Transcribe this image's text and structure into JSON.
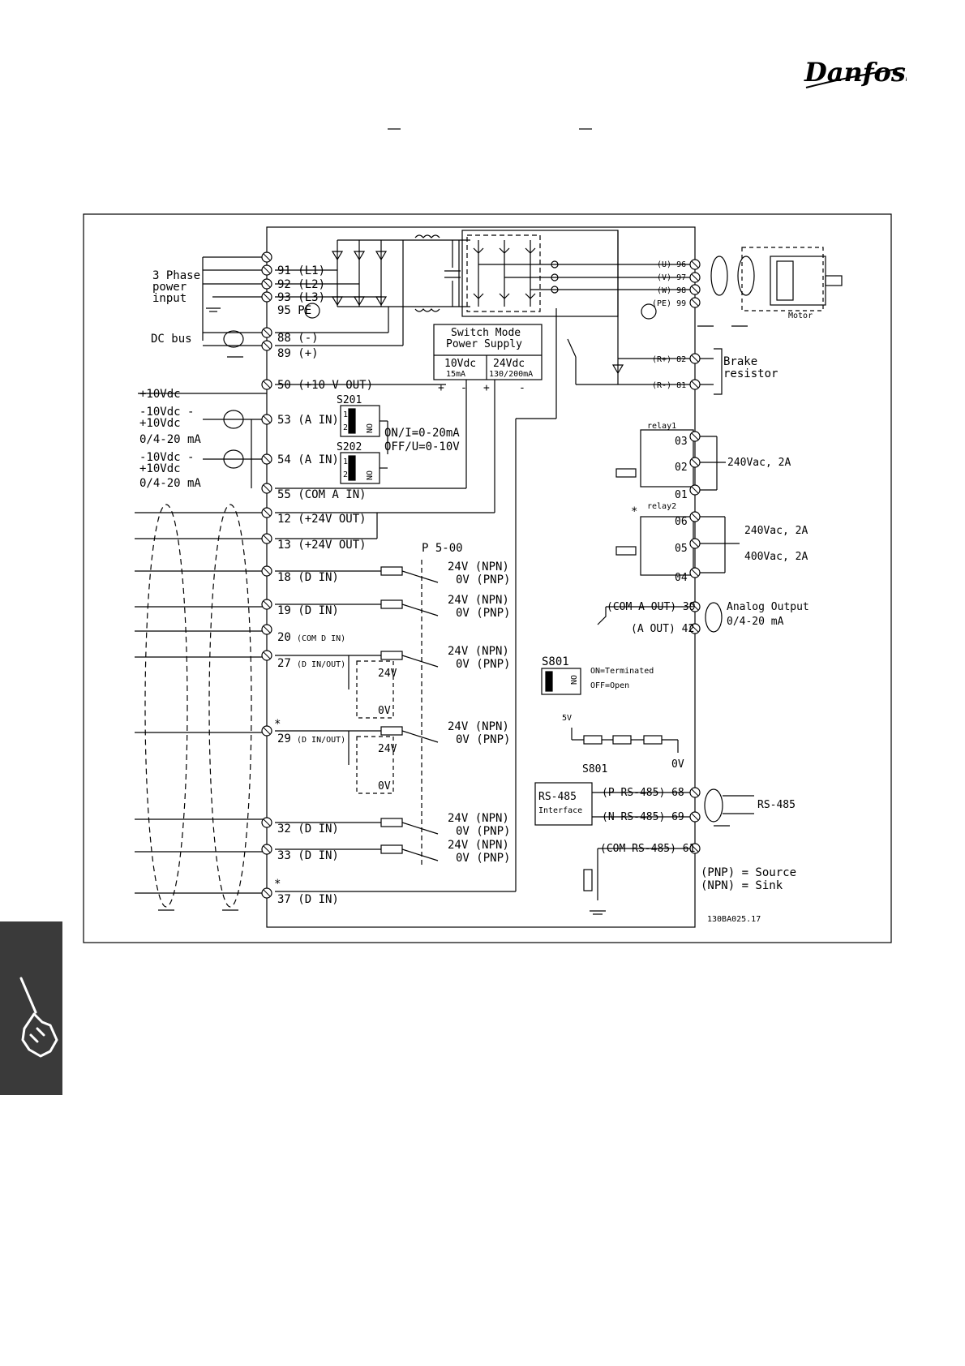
{
  "brand": {
    "logo_text": "Danfoss"
  },
  "diagram": {
    "left_labels": {
      "three_phase": [
        "3 Phase",
        "power",
        "input"
      ],
      "dc_bus": "DC bus",
      "ref_top": "+10Vdc",
      "ain1": [
        "-10Vdc -",
        "+10Vdc",
        "0/4-20 mA"
      ],
      "ain2": [
        "-10Vdc -",
        "+10Vdc",
        "0/4-20 mA"
      ]
    },
    "terminals_left": [
      "91 (L1)",
      "92 (L2)",
      "93 (L3)",
      "95 PE",
      "88 (-)",
      "89 (+)",
      "50 (+10 V OUT)",
      "53 (A IN)",
      "54 (A IN)",
      "55 (COM A IN)",
      "12 (+24V OUT)",
      "13 (+24V OUT)",
      "18 (D IN)",
      "19 (D IN)",
      "20",
      "27",
      "29",
      "32 (D IN)",
      "33 (D IN)",
      "37 (D IN)"
    ],
    "terminal_sub": {
      "t20": "(COM D IN)",
      "t27": "(D IN/OUT)",
      "t29": "(D IN/OUT)"
    },
    "switches": {
      "s201": "S201",
      "s202": "S202",
      "on": "ON",
      "one": "1",
      "two": "2",
      "note1": "ON/I=0-20mA",
      "note2": "OFF/U=0-10V"
    },
    "psu": {
      "title1": "Switch Mode",
      "title2": "Power Supply",
      "v10": "10Vdc",
      "v24": "24Vdc",
      "i10": "15mA",
      "i24": "130/200mA",
      "plus": "+",
      "minus": "-"
    },
    "param": "P 5-00",
    "npn": "24V (NPN)",
    "pnp": "0V (PNP)",
    "v24": "24V",
    "v0": "0V",
    "asterisk": "*",
    "terminals_right": {
      "u": "(U) 96",
      "v": "(V) 97",
      "w": "(W) 98",
      "pe": "(PE) 99",
      "rplus": "(R+) 82",
      "rminus": "(R-) 81",
      "r03": "03",
      "r02": "02",
      "r01": "01",
      "r06": "06",
      "r05": "05",
      "r04": "04",
      "a39": "(COM A OUT) 39",
      "a42": "(A OUT) 42",
      "p68": "(P RS-485) 68",
      "n69": "(N RS-485) 69",
      "c61": "(COM RS-485) 61"
    },
    "right_labels": {
      "motor": "Motor",
      "brake1": "Brake",
      "brake2": "resistor",
      "relay1": "relay1",
      "relay2": "relay2",
      "relay1_rating": "240Vac, 2A",
      "relay2_rating1": "240Vac, 2A",
      "relay2_rating2": "400Vac, 2A",
      "analog1": "Analog Output",
      "analog2": "0/4-20 mA",
      "s801": "S801",
      "s801_on": "ON=Terminated",
      "s801_off": "OFF=Open",
      "v5": "5V",
      "v0": "0V",
      "s801_sw": "S801",
      "rs485_1": "RS-485",
      "rs485_2": "Interface",
      "rs485_bus": "RS-485",
      "pnp_legend": "(PNP) = Source",
      "npn_legend": "(NPN) = Sink",
      "code": "130BA025.17"
    }
  },
  "colors": {
    "ink": "#000000",
    "tab": "#3a3a3a"
  }
}
